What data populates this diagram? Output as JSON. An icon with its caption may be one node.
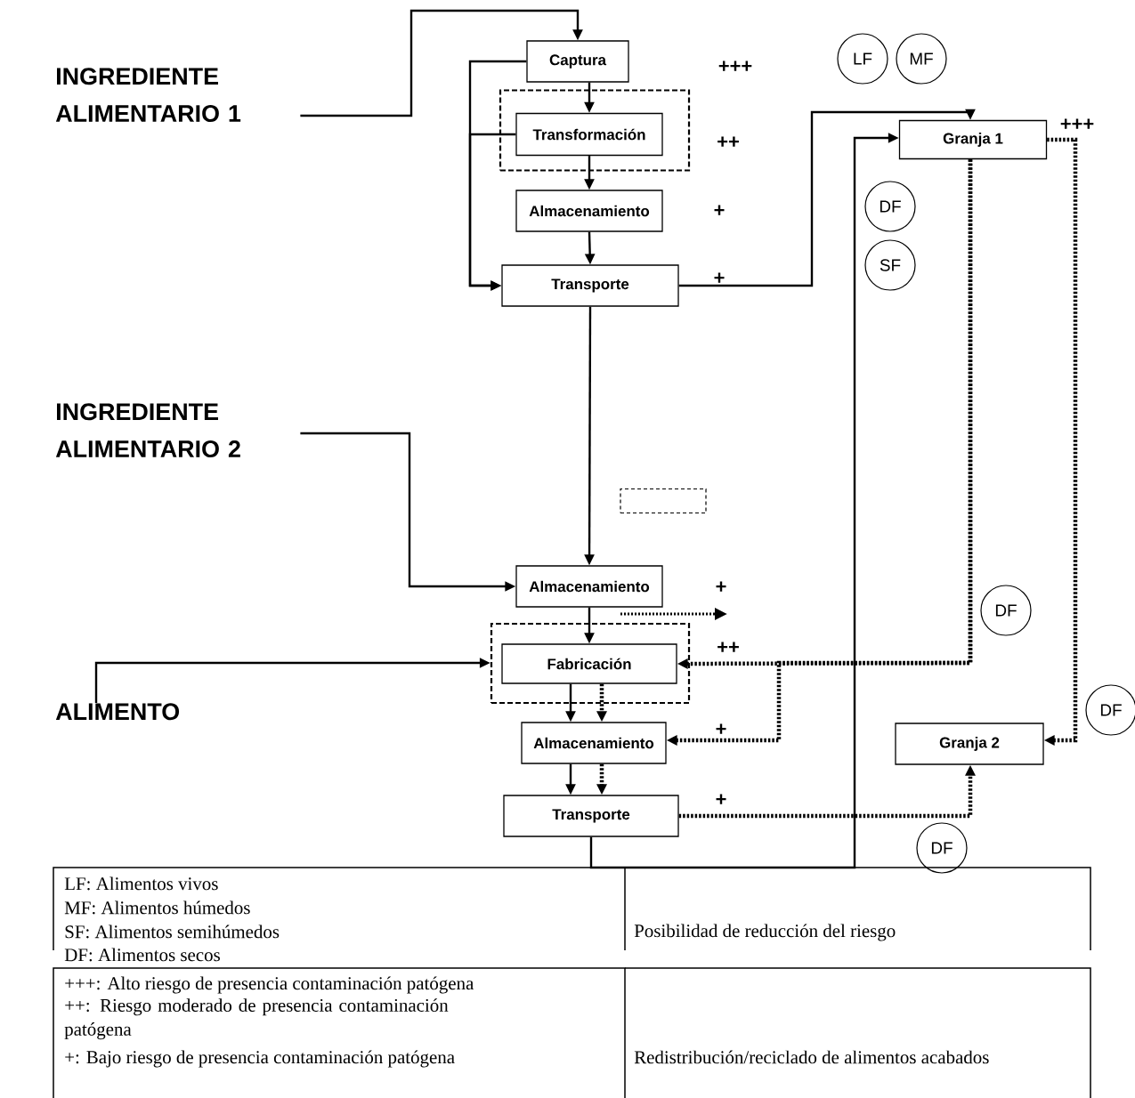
{
  "diagram": {
    "nodes": [
      {
        "text": [
          "INGREDIENTE ALIMENTARIO 1"
        ]
      },
      {
        "text": [
          "Captura"
        ]
      },
      {
        "text": [],
        "shape": "box"
      },
      {
        "text": [
          "Transformación"
        ],
        "in": 2
      },
      {
        "text": [
          "Almacenamiento"
        ]
      },
      {
        "text": [
          "Transporte"
        ]
      },
      {
        "text": [
          "LF"
        ]
      },
      {
        "text": [
          "MF"
        ]
      },
      {
        "text": [
          "Granja 1"
        ]
      },
      {
        "text": [
          "DF"
        ]
      },
      {
        "text": [
          "SF"
        ]
      },
      {
        "text": [
          "INGREDIENTE ALIMENTARIO 2"
        ]
      },
      {
        "text": [
          "Almacenamiento"
        ]
      },
      {
        "text": [
          "DF"
        ]
      },
      {
        "text": [],
        "shape": "box"
      },
      {
        "text": [
          "Fabricación"
        ],
        "in": 14
      },
      {
        "text": [
          "ALIMENTO"
        ]
      },
      {
        "text": [
          "DF"
        ]
      },
      {
        "text": [
          "Almacenamiento"
        ]
      },
      {
        "text": [
          "Granja 2"
        ]
      },
      {
        "text": [
          "Transporte"
        ]
      },
      {
        "text": [
          "DF"
        ]
      },
      {
        "text": [],
        "shape": "box"
      }
    ],
    "edges": [
      {
        "from": 0,
        "to": 1,
        "arrow": "to"
      },
      {
        "from": 1,
        "to": 3,
        "arrow": "to"
      },
      {
        "from": 1,
        "to": 5,
        "arrow": "to"
      },
      {
        "from": 3,
        "to": 5,
        "arrow": "to"
      },
      {
        "from": 3,
        "to": 4,
        "arrow": "to"
      },
      {
        "from": 4,
        "to": 5,
        "arrow": "to"
      },
      {
        "from": 5,
        "to": 8,
        "arrow": "to"
      },
      {
        "from": 5,
        "to": 12,
        "arrow": "to"
      },
      {
        "from": 11,
        "to": 12,
        "arrow": "to"
      },
      {
        "from": 12,
        "to": 15,
        "arrow": "to"
      },
      {
        "from": 16,
        "to": 14,
        "arrow": "to"
      },
      {
        "from": 8,
        "to": 15,
        "arrow": "to",
        "style": "dashed"
      },
      {
        "from": 8,
        "to": 18,
        "arrow": "to",
        "style": "dashed"
      },
      {
        "from": 8,
        "to": 19,
        "arrow": "to",
        "style": "dashed"
      },
      {
        "from": 15,
        "to": 18,
        "arrow": "to"
      },
      {
        "from": 15,
        "to": 18,
        "arrow": "to",
        "style": "dashed"
      },
      {
        "from": 18,
        "to": 20,
        "arrow": "to"
      },
      {
        "from": 18,
        "to": 20,
        "arrow": "to",
        "style": "dashed"
      },
      {
        "from": 20,
        "to": 19,
        "arrow": "to",
        "style": "dashed"
      },
      {
        "from": 20,
        "to": 8,
        "arrow": "to"
      }
    ],
    "labels": [
      "+++",
      "++",
      "+",
      "+",
      "+++",
      "+",
      "++",
      "+",
      "+",
      "LF: Alimentos vivos",
      "MF: Alimentos húmedos",
      "SF: Alimentos semihúmedos",
      "DF: Alimentos secos",
      "+++: Alto riesgo de presencia contaminación patógena",
      "++: Riesgo moderado de presencia contaminación patógena",
      "+: Bajo riesgo de presencia contaminación patógena"
    ],
    "legend": [
      {
        "text": "Posibilidad de reducción del riesgo"
      },
      {
        "text": "Redistribución/reciclado de alimentos acabados"
      }
    ]
  }
}
